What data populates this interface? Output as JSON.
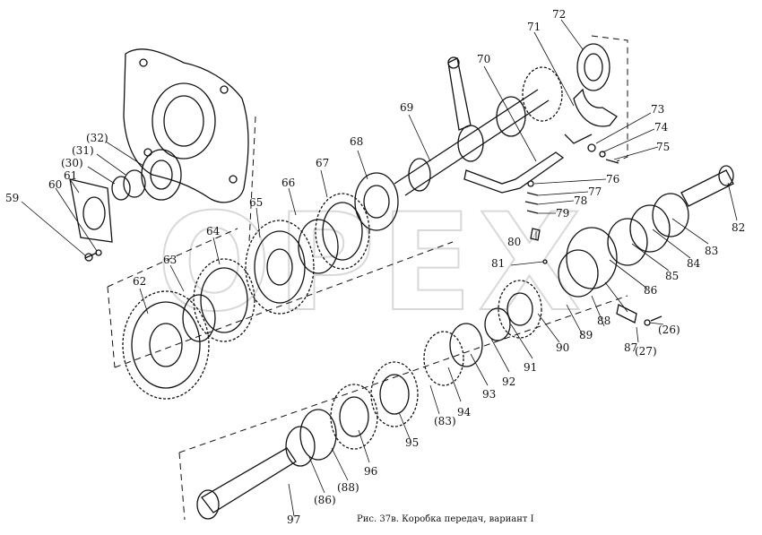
{
  "caption": "Рис. 37в. Коробка передач, вариант I",
  "watermark": "OPEX",
  "part_labels": [
    "59",
    "60",
    "61",
    "(30)",
    "(31)",
    "(32)",
    "62",
    "63",
    "64",
    "65",
    "66",
    "67",
    "68",
    "69",
    "70",
    "71",
    "72",
    "73",
    "74",
    "75",
    "76",
    "77",
    "78",
    "79",
    "80",
    "81",
    "82",
    "83",
    "84",
    "85",
    "86",
    "87",
    "88",
    "89",
    "90",
    "91",
    "92",
    "93",
    "94",
    "95",
    "96",
    "97",
    "(83)",
    "(86)",
    "(88)",
    "(27)",
    "(26)"
  ],
  "colors": {
    "ink": "#111111",
    "background": "#ffffff",
    "watermark": "#d8d8d8"
  }
}
